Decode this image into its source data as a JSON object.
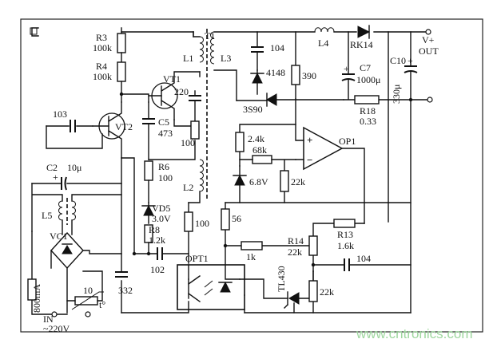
{
  "title": "",
  "components": {
    "R3": {
      "ref": "R3",
      "value": "100k"
    },
    "R4": {
      "ref": "R4",
      "value": "100k"
    },
    "T1": {
      "ref": "T1"
    },
    "L1": {
      "ref": "L1"
    },
    "L2": {
      "ref": "L2"
    },
    "L3": {
      "ref": "L3"
    },
    "L4": {
      "ref": "L4"
    },
    "L5": {
      "ref": "L5"
    },
    "VT1": {
      "ref": "VT1"
    },
    "VT2": {
      "ref": "VT2"
    },
    "C_220": {
      "value": "220"
    },
    "C5": {
      "ref": "C5",
      "value": "473"
    },
    "R_100_top": {
      "value": "100"
    },
    "C_103": {
      "value": "103"
    },
    "C2": {
      "ref": "C2",
      "value": "10μ"
    },
    "R6": {
      "ref": "R6",
      "value": "100"
    },
    "VD5": {
      "ref": "VD5",
      "value": "3.0V"
    },
    "R8": {
      "ref": "R8",
      "value": "1.2k"
    },
    "R_100_mid": {
      "value": "100"
    },
    "C_102": {
      "value": "102"
    },
    "C_332": {
      "value": "332"
    },
    "OPT1": {
      "ref": "OPT1"
    },
    "VC1": {
      "ref": "VC1"
    },
    "F_800mA": {
      "value": "800mA"
    },
    "NTC": {
      "value": "10"
    },
    "input": {
      "label": "IN",
      "voltage": "~220V"
    },
    "C_104_top": {
      "value": "104"
    },
    "D_4148": {
      "value": "4148"
    },
    "R_390": {
      "value": "390"
    },
    "Q_3S90": {
      "value": "3S90"
    },
    "RK14": {
      "ref": "RK14"
    },
    "C7": {
      "ref": "C7",
      "value": "1000μ"
    },
    "C10": {
      "ref": "C10",
      "value": "330μ"
    },
    "R18": {
      "ref": "R18",
      "value": "0.33"
    },
    "output": {
      "plus": "V+",
      "label": "OUT"
    },
    "R_2_4k": {
      "value": "2.4k"
    },
    "R_68k": {
      "value": "68k"
    },
    "Z_6_8V": {
      "value": "6.8V"
    },
    "R_22k_op": {
      "value": "22k"
    },
    "OP1": {
      "ref": "OP1",
      "plus": "+",
      "minus": "−"
    },
    "R_56": {
      "value": "56"
    },
    "R_1k": {
      "value": "1k"
    },
    "R14": {
      "ref": "R14",
      "value": "22k"
    },
    "R13": {
      "ref": "R13",
      "value": "1.6k"
    },
    "C_104_bot": {
      "value": "104"
    },
    "TL430": {
      "ref": "TL430"
    },
    "R_22k_bot": {
      "value": "22k"
    }
  },
  "watermark": "www.cntronics.com",
  "colors": {
    "ink": "#111111",
    "watermark": "#9fd79f",
    "background": "#ffffff"
  }
}
